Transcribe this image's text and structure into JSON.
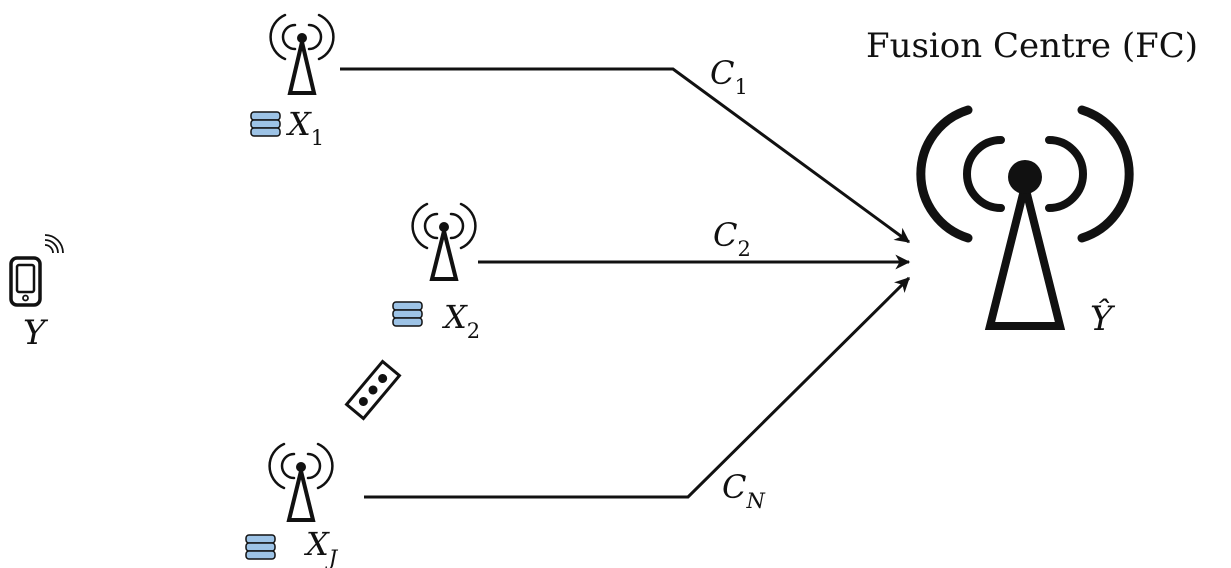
{
  "fusion_centre": {
    "title": "Fusion Centre (FC)",
    "output_symbol": "Ŷ"
  },
  "source": {
    "symbol": "Y",
    "icon": "smartphone-icon"
  },
  "nodes": [
    {
      "symbol": "X",
      "subscript": "1",
      "icon": "antenna-icon",
      "storage_icon": "database-icon"
    },
    {
      "symbol": "X",
      "subscript": "2",
      "icon": "antenna-icon",
      "storage_icon": "database-icon"
    },
    {
      "symbol": "X",
      "subscript": "J",
      "icon": "antenna-icon",
      "storage_icon": "database-icon"
    }
  ],
  "links": [
    {
      "symbol": "C",
      "subscript": "1"
    },
    {
      "symbol": "C",
      "subscript": "2"
    },
    {
      "symbol": "C",
      "subscript": "N"
    }
  ],
  "ellipsis_icon": "vertical-dots-icon",
  "colors": {
    "line": "#111111",
    "storage_fill": "#9dc3e6",
    "background": "#ffffff"
  }
}
